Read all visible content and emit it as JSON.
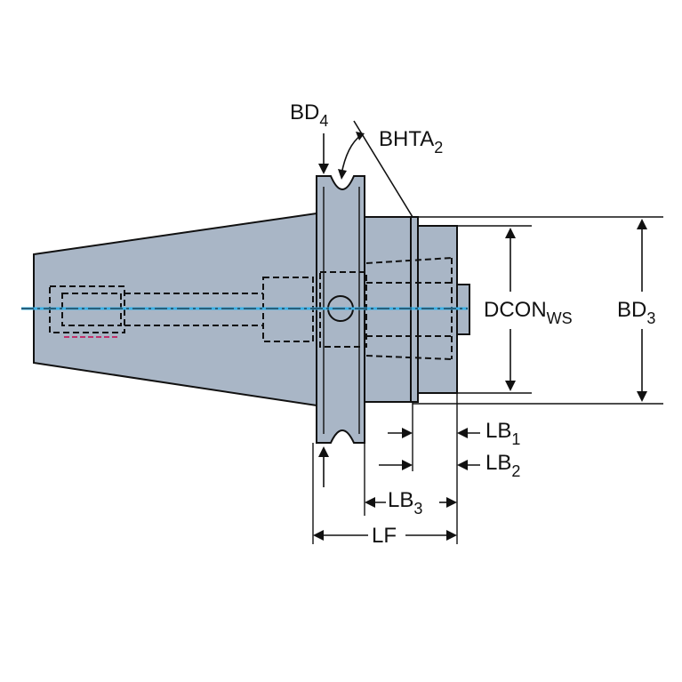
{
  "labels": {
    "bd4": {
      "main": "BD",
      "sub": "4"
    },
    "bhta2": {
      "main": "BHTA",
      "sub": "2"
    },
    "dconws": {
      "main": "DCON",
      "sub": "WS"
    },
    "bd3": {
      "main": "BD",
      "sub": "3"
    },
    "lb1": {
      "main": "LB",
      "sub": "1"
    },
    "lb2": {
      "main": "LB",
      "sub": "2"
    },
    "lb3": {
      "main": "LB",
      "sub": "3"
    },
    "lf": {
      "main": "LF"
    }
  },
  "colors": {
    "body": "#a9b6c6",
    "coolant": "#3ab0e6",
    "outline": "#111111",
    "accent": "#c0306a"
  }
}
